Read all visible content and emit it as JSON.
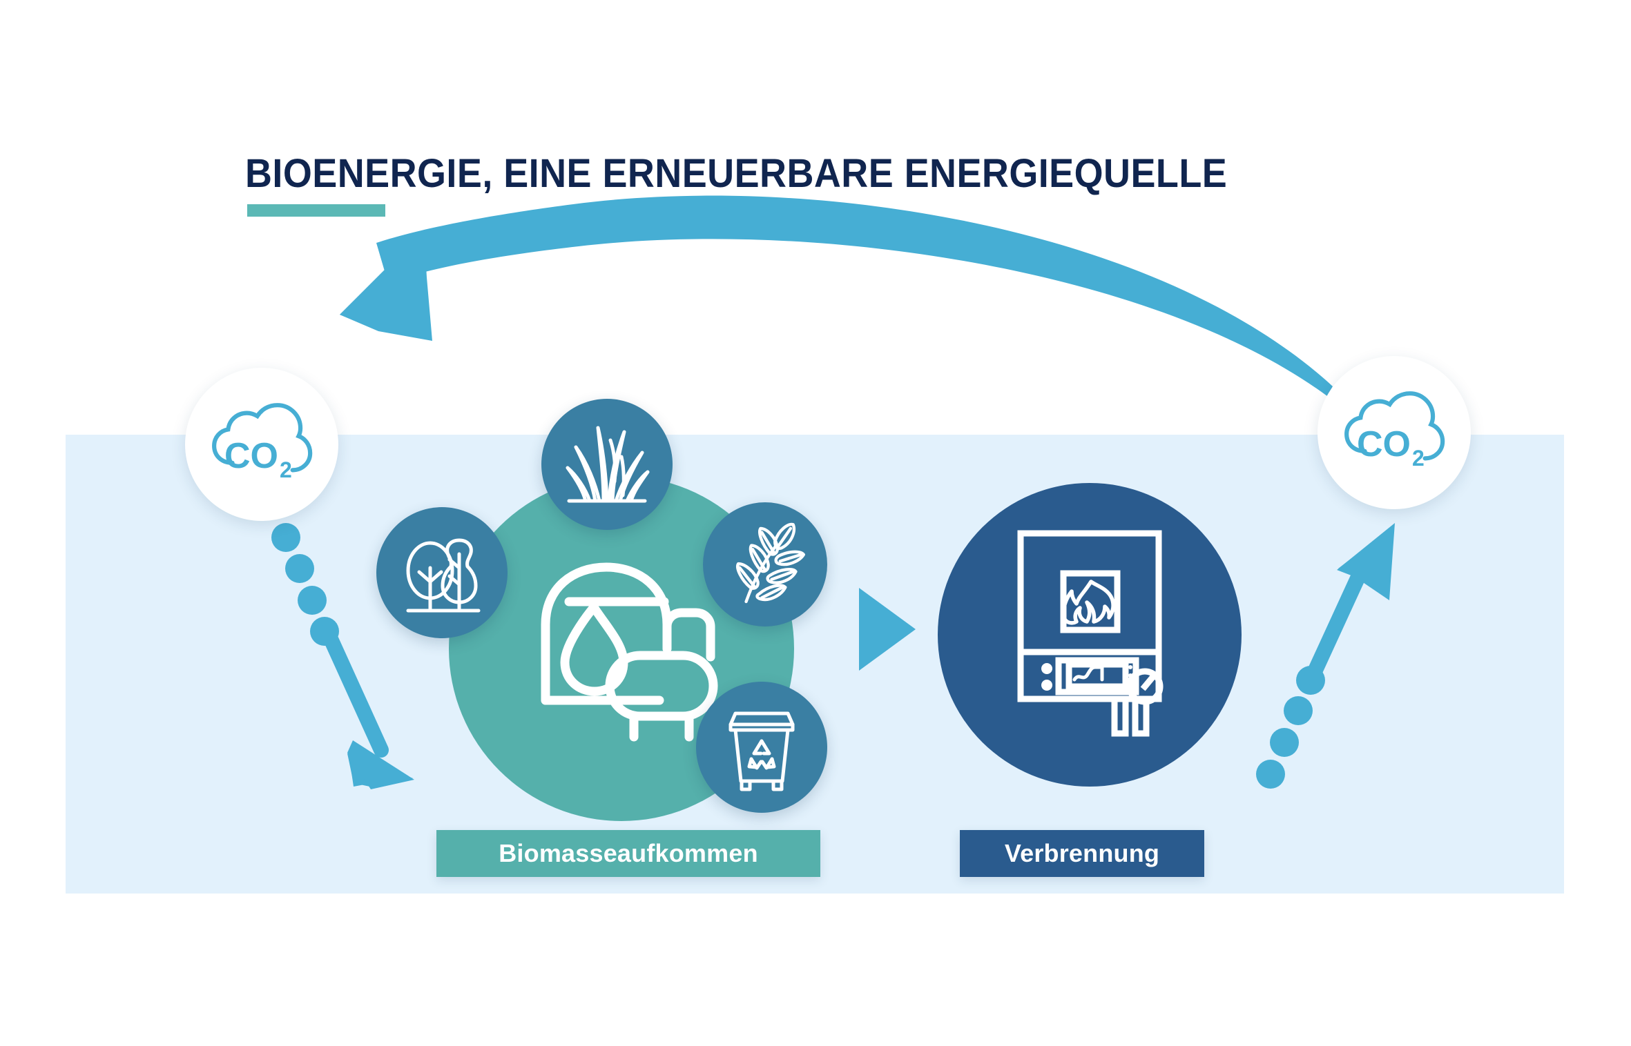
{
  "meta": {
    "title": "BIOENERGIE, EINE ERNEUERBARE ENERGIEQUELLE",
    "language": "de"
  },
  "colors": {
    "title_navy": "#10254f",
    "accent_teal": "#5bb8b5",
    "band_light_blue": "#e2f1fc",
    "arrow_blue": "#46aed4",
    "biomass_green": "#55b0ab",
    "satellite_blue": "#3a7fa3",
    "boiler_navy": "#2a5b8e",
    "icon_white": "#ffffff"
  },
  "nodes": {
    "co2_left": {
      "icon": "co2-cloud-icon",
      "label": "CO",
      "subscript": "2"
    },
    "co2_right": {
      "icon": "co2-cloud-icon",
      "label": "CO",
      "subscript": "2"
    },
    "biomass": {
      "tag_label": "Biomasseaufkommen",
      "center_icon": "biogas-plant-icon",
      "satellites": [
        {
          "id": "grass",
          "icon": "grass-icon"
        },
        {
          "id": "trees",
          "icon": "trees-icon"
        },
        {
          "id": "leaf",
          "icon": "leaf-branch-icon"
        },
        {
          "id": "bin",
          "icon": "recycling-bin-icon"
        }
      ]
    },
    "combustion": {
      "tag_label": "Verbrennung",
      "icon": "boiler-flame-icon"
    }
  },
  "flows": {
    "cycle_arrow": {
      "icon": "curved-arrow-left-icon",
      "direction": "right-to-left"
    },
    "absorption_arrow": {
      "icon": "dotted-arrow-down-icon",
      "direction": "down-right",
      "dots": 4
    },
    "emission_arrow": {
      "icon": "dotted-arrow-up-icon",
      "direction": "up-right",
      "dots": 4
    },
    "process_arrow": {
      "icon": "triangle-right-icon",
      "direction": "left-to-right"
    }
  }
}
